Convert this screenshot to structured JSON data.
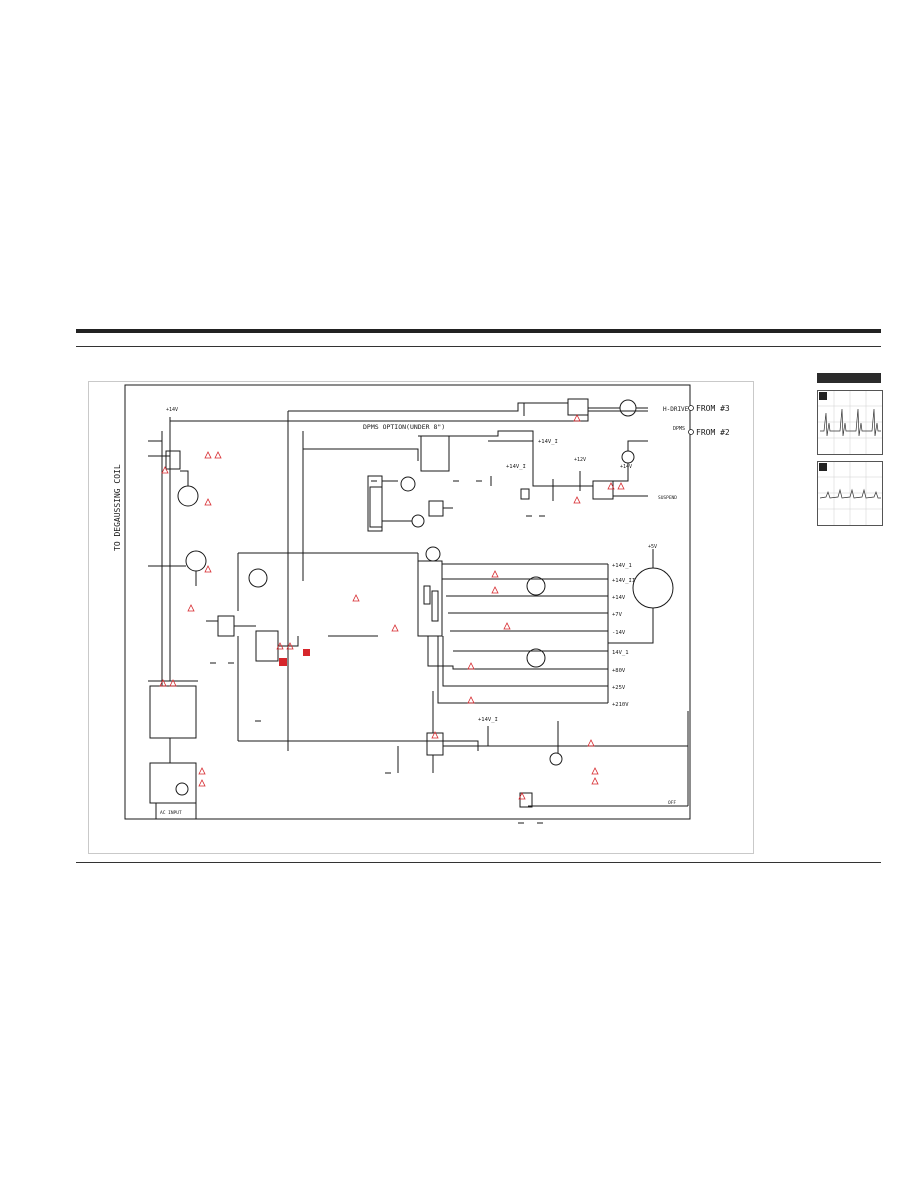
{
  "schematic": {
    "side_label": "TO DEGAUSSING COIL",
    "header_label": "DPMS OPTION(UNDER 8\")",
    "input_labels": {
      "hdrive": "H-DRIVE",
      "from3": "FROM #3",
      "dpms": "DPMS",
      "from2": "FROM #2",
      "ac_input": "AC INPUT",
      "suspend": "SUSPEND",
      "off": "OFF"
    },
    "rails": [
      "+14V",
      "+14V_1",
      "+14V_II",
      "+14V",
      "+7V",
      "-14V",
      "14V_1",
      "+80V",
      "+25V",
      "+210V",
      "+12V",
      "+5V"
    ],
    "rail_top_14v": "+14V",
    "rail_14v_i_top": "+14V_I",
    "rail_14v_i_mid": "+14V_I",
    "rail_14v_i_bot": "+14V_I",
    "rail_12v": "+12V",
    "rail_5v": "+5V"
  },
  "waveforms": [
    {
      "id": "1"
    },
    {
      "id": "2"
    }
  ],
  "colors": {
    "warning": "#d6262b",
    "ink": "#1a1a1a"
  }
}
